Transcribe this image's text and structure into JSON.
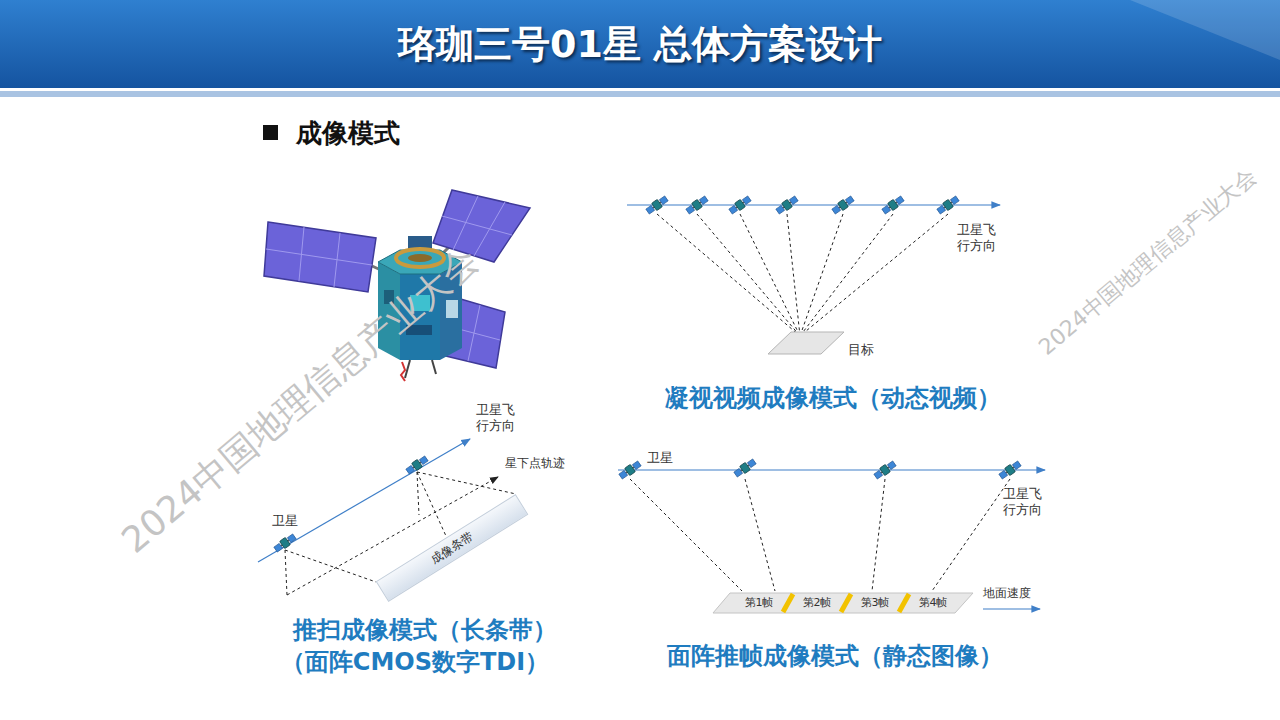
{
  "diagram": {
    "title": "珞珈三号01星 总体方案设计",
    "nodes": [
      {
        "text": [
          "目标"
        ]
      },
      {
        "text": [
          "成像条带"
        ]
      },
      {
        "text": [
          "第1帧",
          "第2帧",
          "第3帧",
          "第4帧"
        ]
      }
    ],
    "labels": [
      "成像模式",
      "卫星飞行方向",
      "凝视视频成像模式（动态视频）",
      "卫星飞行方向",
      "星下点轨迹",
      "卫星",
      "推扫成像模式（长条带）",
      "（面阵CMOS数字TDI）",
      "卫星",
      "卫星飞行方向",
      "地面速度",
      "面阵推帧成像模式（静态图像）",
      "2024中国地理信息产业大会",
      "2024中国地理信息产业大会"
    ]
  }
}
